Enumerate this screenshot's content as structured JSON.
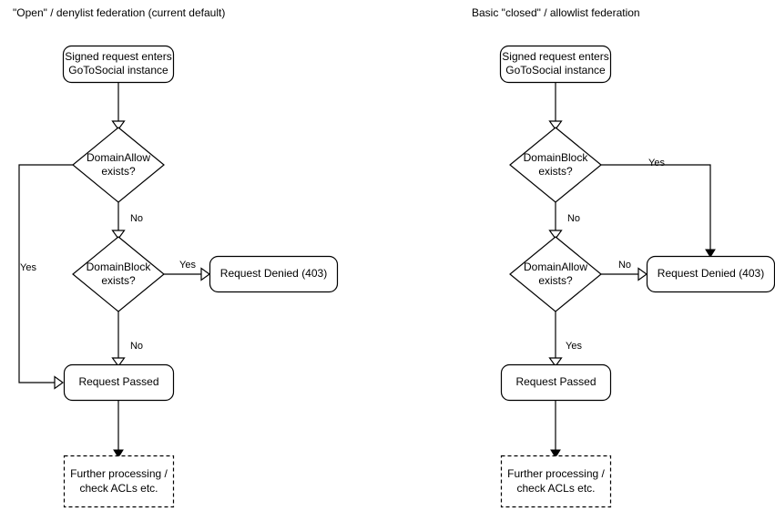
{
  "panels": [
    {
      "title": "\"Open\" / denylist federation (current default)",
      "nodes": {
        "entry": "Signed request enters\nGoToSocial instance",
        "entry_line1": "Signed request enters",
        "entry_line2": "GoToSocial instance",
        "decision1": "DomainAllow\nexists?",
        "decision1_line1": "DomainAllow",
        "decision1_line2": "exists?",
        "decision2": "DomainBlock\nexists?",
        "decision2_line1": "DomainBlock",
        "decision2_line2": "exists?",
        "denied": "Request Denied (403)",
        "passed": "Request Passed",
        "further_line1": "Further processing /",
        "further_line2": "check ACLs etc."
      },
      "edge_labels": {
        "decision1_no": "No",
        "decision1_yes": "Yes",
        "decision2_yes": "Yes",
        "decision2_no": "No"
      }
    },
    {
      "title": "Basic \"closed\" / allowlist federation",
      "nodes": {
        "entry": "Signed request enters\nGoToSocial instance",
        "entry_line1": "Signed request enters",
        "entry_line2": "GoToSocial instance",
        "decision1": "DomainBlock\nexists?",
        "decision1_line1": "DomainBlock",
        "decision1_line2": "exists?",
        "decision2": "DomainAllow\nexists?",
        "decision2_line1": "DomainAllow",
        "decision2_line2": "exists?",
        "denied": "Request Denied (403)",
        "passed": "Request Passed",
        "further_line1": "Further processing /",
        "further_line2": "check ACLs etc."
      },
      "edge_labels": {
        "decision1_yes": "Yes",
        "decision1_no": "No",
        "decision2_no": "No",
        "decision2_yes": "Yes"
      }
    }
  ],
  "colors": {
    "stroke": "#000000",
    "fill": "#ffffff",
    "text": "#000000"
  }
}
